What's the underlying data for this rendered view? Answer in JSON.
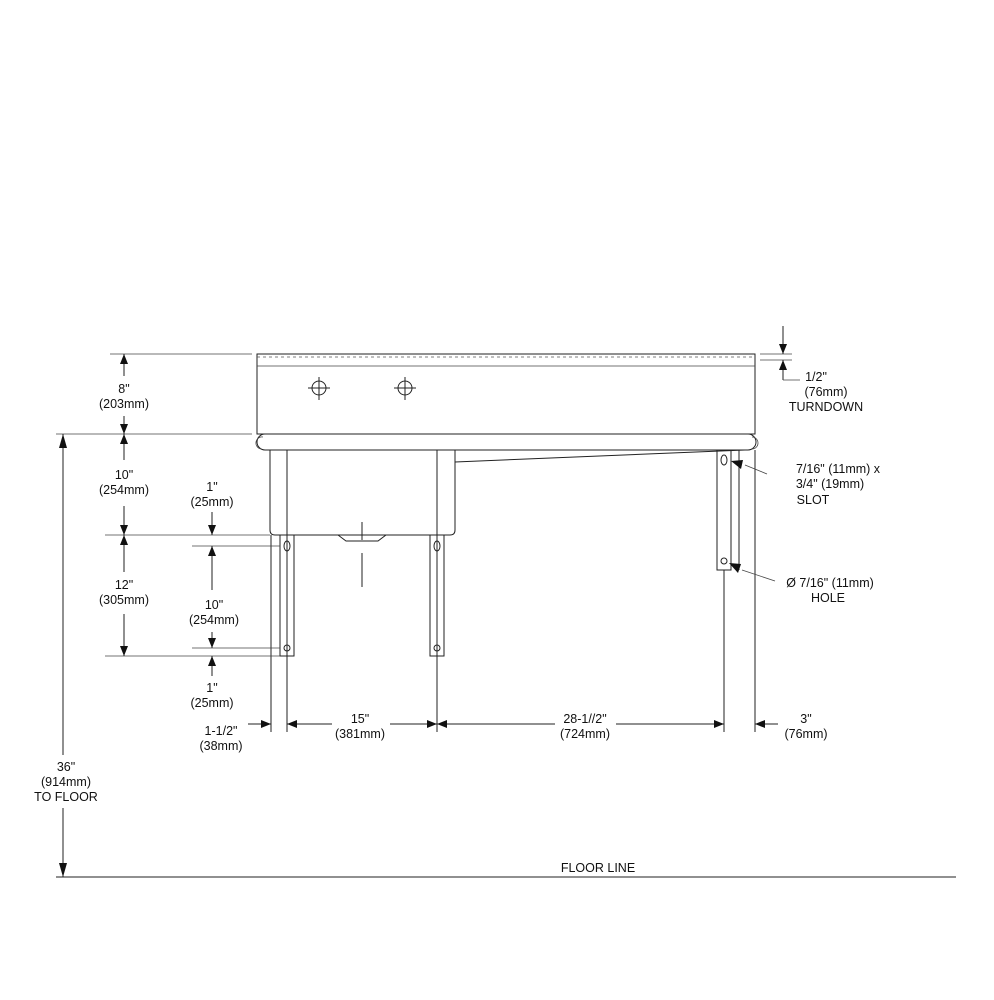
{
  "dimensions": {
    "backsplash_height": {
      "imperial": "8\"",
      "metric": "(203mm)"
    },
    "turndown": {
      "imperial": "1/2\"",
      "metric": "(76mm)",
      "label": "TURNDOWN"
    },
    "bowl_depth": {
      "imperial": "10\"",
      "metric": "(254mm)"
    },
    "leg_upper_offset": {
      "imperial": "1\"",
      "metric": "(25mm)"
    },
    "bracket_span": {
      "imperial": "12\"",
      "metric": "(305mm)"
    },
    "hole_spacing": {
      "imperial": "10\"",
      "metric": "(254mm)"
    },
    "leg_lower_offset": {
      "imperial": "1\"",
      "metric": "(25mm)"
    },
    "height_to_floor": {
      "imperial": "36\"",
      "metric": "(914mm)",
      "label": "TO FLOOR"
    },
    "left_edge_offset": {
      "imperial": "1-1/2\"",
      "metric": "(38mm)"
    },
    "leg_spacing_bowl": {
      "imperial": "15\"",
      "metric": "(381mm)"
    },
    "leg_spacing_drainboard": {
      "imperial": "28-1//2\"",
      "metric": "(724mm)"
    },
    "right_edge_offset": {
      "imperial": "3\"",
      "metric": "(76mm)"
    }
  },
  "callouts": {
    "slot": {
      "line1": "7/16\" (11mm) x",
      "line2": "3/4\" (19mm)",
      "line3": "SLOT"
    },
    "hole": {
      "line1": "Ø 7/16\" (11mm)",
      "line2": "HOLE"
    }
  },
  "floor_line_label": "FLOOR LINE"
}
